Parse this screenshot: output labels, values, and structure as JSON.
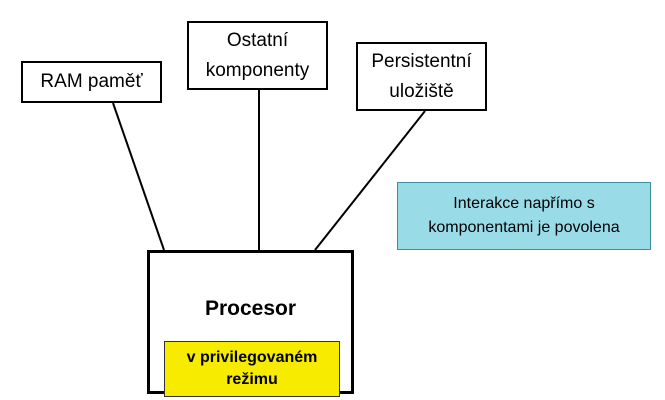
{
  "nodes": {
    "ram": {
      "label": "RAM paměť"
    },
    "other_components": {
      "lines": [
        "Ostatní",
        "komponenty"
      ]
    },
    "persistent_storage": {
      "lines": [
        "Persistentní",
        "uložiště"
      ]
    },
    "processor": {
      "label": "Procesor"
    },
    "privileged_mode": {
      "lines": [
        "v privilegovaném",
        "režimu"
      ]
    }
  },
  "note": {
    "lines": [
      "Interakce napřímo s",
      "komponentami je povolena"
    ]
  },
  "colors": {
    "note_fill": "#9adbe8",
    "mode_fill": "#f7ec00",
    "stroke": "#000000"
  }
}
